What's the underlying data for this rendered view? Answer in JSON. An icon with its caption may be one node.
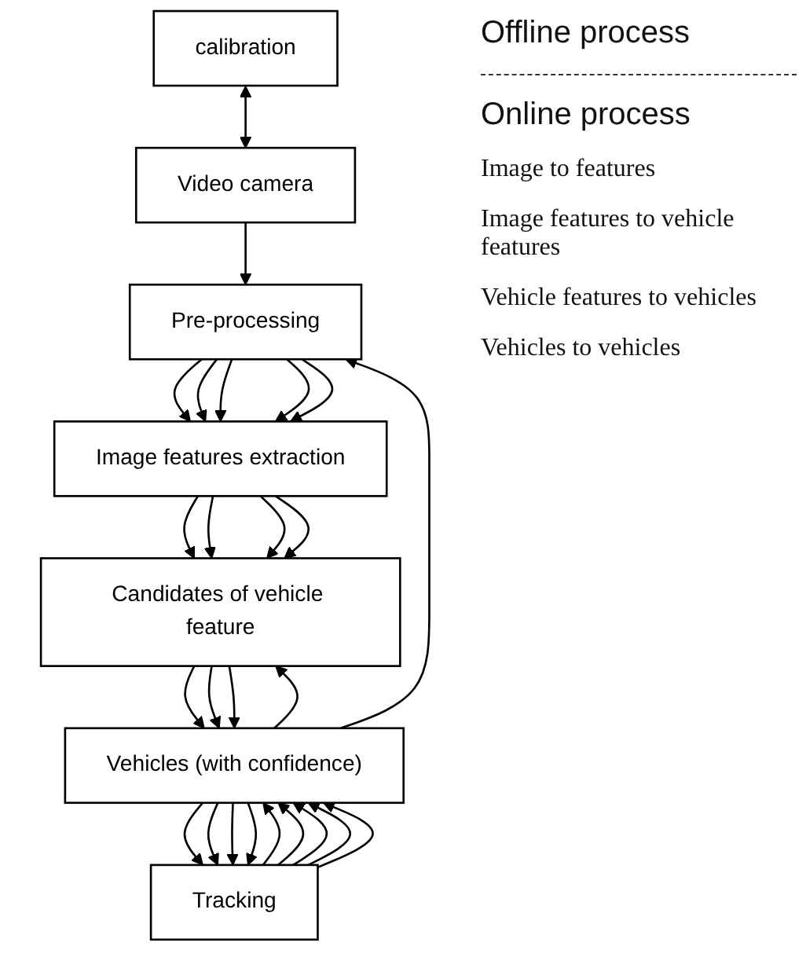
{
  "diagram": {
    "nodes": [
      {
        "text": [
          "calibration"
        ]
      },
      {
        "text": [
          "Video camera"
        ]
      },
      {
        "text": [
          "Pre-processing"
        ]
      },
      {
        "text": [
          "Image features extraction"
        ]
      },
      {
        "text": [
          "Candidates of vehicle feature"
        ]
      },
      {
        "text": [
          "Vehicles (with confidence)"
        ]
      },
      {
        "text": [
          "Tracking"
        ]
      }
    ],
    "edges": [
      {
        "from": 0,
        "to": 1,
        "arrow": "both"
      },
      {
        "from": 1,
        "to": 2,
        "arrow": "to"
      },
      {
        "from": 2,
        "to": 3,
        "arrow": "to"
      },
      {
        "from": 2,
        "to": 3,
        "arrow": "to"
      },
      {
        "from": 2,
        "to": 3,
        "arrow": "to"
      },
      {
        "from": 2,
        "to": 3,
        "arrow": "to"
      },
      {
        "from": 2,
        "to": 3,
        "arrow": "to"
      },
      {
        "from": 3,
        "to": 4,
        "arrow": "to"
      },
      {
        "from": 3,
        "to": 4,
        "arrow": "to"
      },
      {
        "from": 3,
        "to": 4,
        "arrow": "to"
      },
      {
        "from": 3,
        "to": 4,
        "arrow": "to"
      },
      {
        "from": 4,
        "to": 5,
        "arrow": "to"
      },
      {
        "from": 4,
        "to": 5,
        "arrow": "to"
      },
      {
        "from": 4,
        "to": 5,
        "arrow": "to"
      },
      {
        "from": 5,
        "to": 6,
        "arrow": "to"
      },
      {
        "from": 5,
        "to": 6,
        "arrow": "to"
      },
      {
        "from": 5,
        "to": 6,
        "arrow": "to"
      },
      {
        "from": 5,
        "to": 6,
        "arrow": "to"
      },
      {
        "from": 6,
        "to": 5,
        "arrow": "to"
      },
      {
        "from": 6,
        "to": 5,
        "arrow": "to"
      },
      {
        "from": 6,
        "to": 5,
        "arrow": "to"
      },
      {
        "from": 6,
        "to": 5,
        "arrow": "to"
      },
      {
        "from": 6,
        "to": 5,
        "arrow": "to"
      },
      {
        "from": 5,
        "to": 2,
        "arrow": "to"
      },
      {
        "from": 5,
        "to": 4,
        "arrow": "to"
      }
    ],
    "labels": [
      "Offline process",
      "Online process",
      "Image to features",
      "Image features to vehicle features",
      "Vehicle features to vehicles",
      "Vehicles to vehicles"
    ]
  }
}
